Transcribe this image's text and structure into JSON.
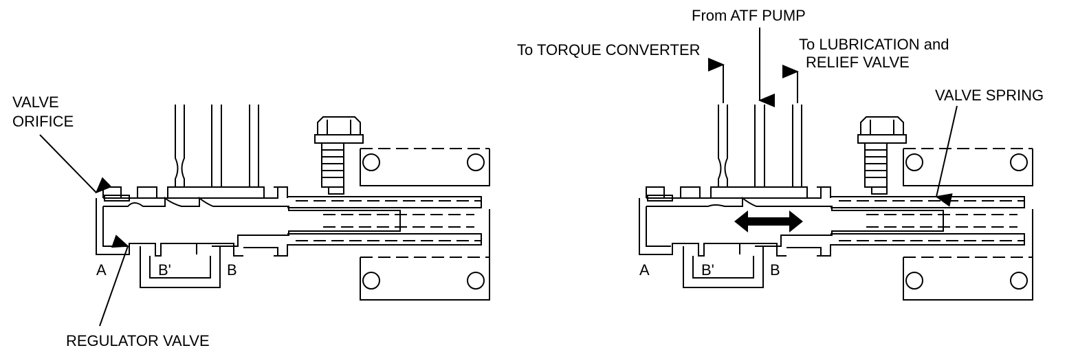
{
  "left_diagram": {
    "labels": {
      "valve_orifice_line1": "VALVE",
      "valve_orifice_line2": "ORIFICE",
      "regulator_valve": "REGULATOR VALVE",
      "port_a": "A",
      "port_b_prime": "B'",
      "port_b": "B"
    }
  },
  "right_diagram": {
    "labels": {
      "from_atf_pump": "From ATF PUMP",
      "to_torque_converter": "To TORQUE CONVERTER",
      "to_lubrication_line1": "To LUBRICATION and",
      "to_lubrication_line2": "RELIEF VALVE",
      "valve_spring": "VALVE SPRING",
      "port_a": "A",
      "port_b_prime": "B'",
      "port_b": "B"
    }
  }
}
